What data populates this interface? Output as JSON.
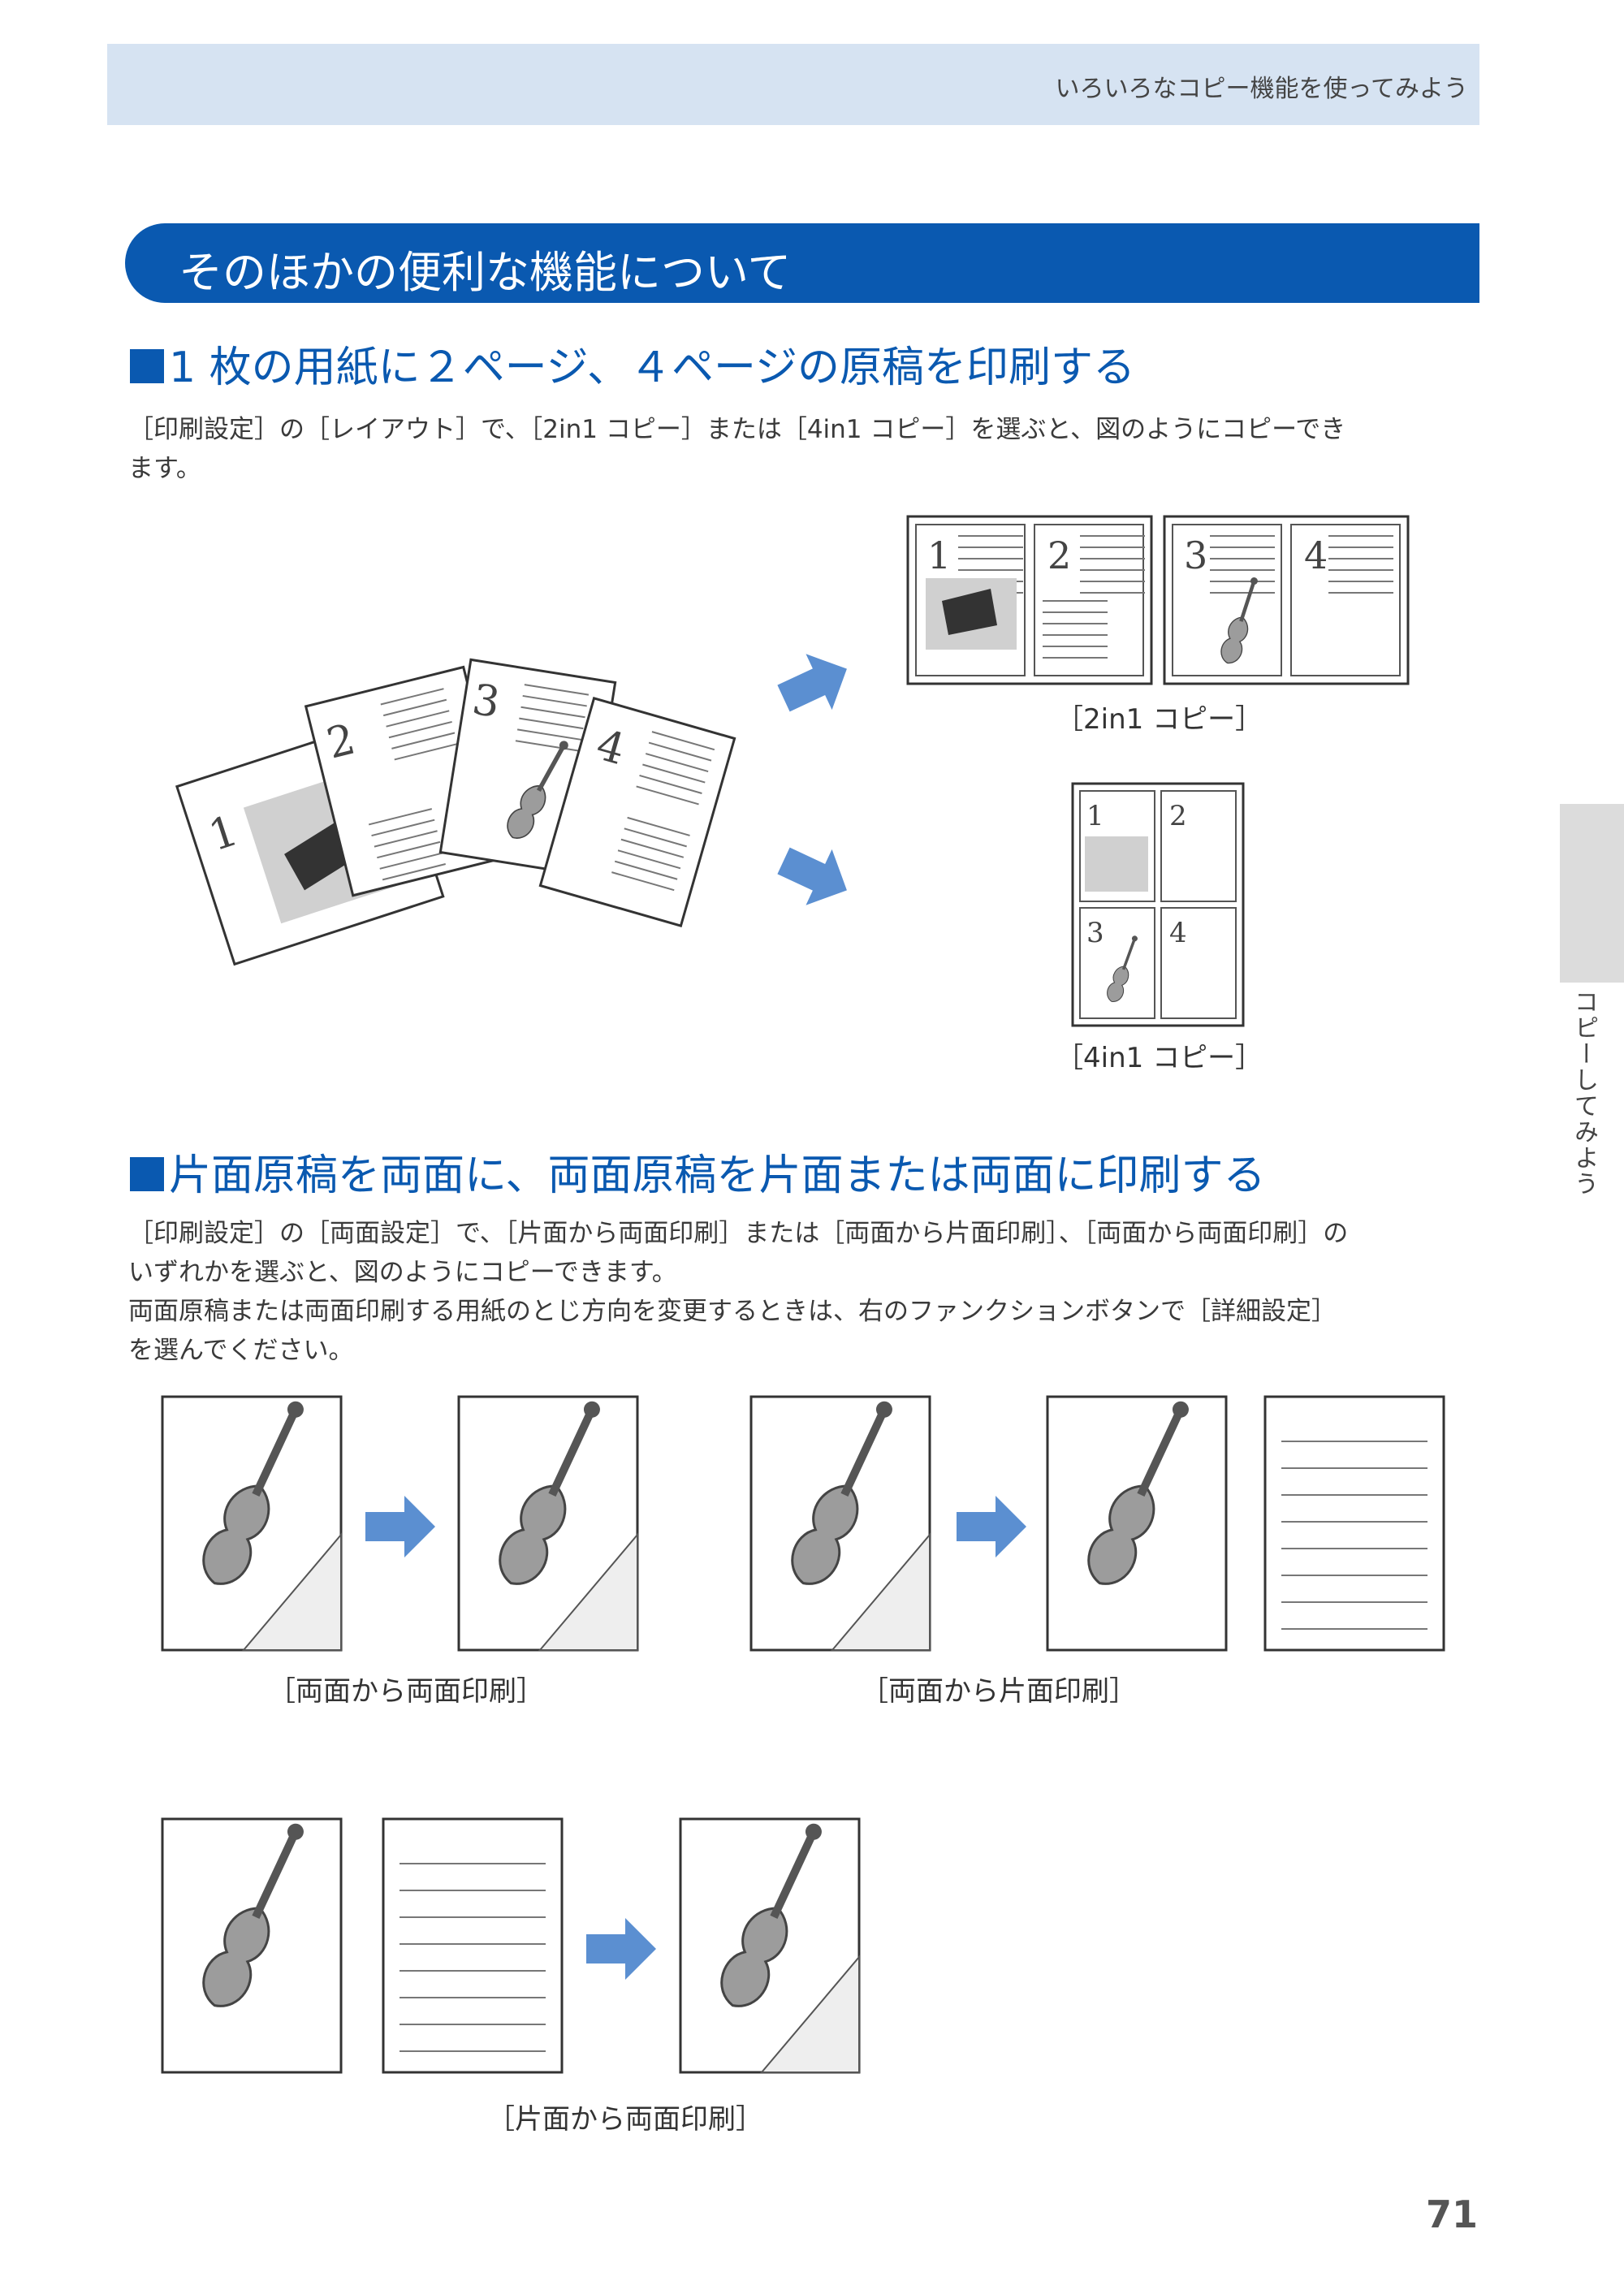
{
  "header": {
    "title": "いろいろなコピー機能を使ってみよう"
  },
  "section_title": "そのほかの便利な機能について",
  "subsection1": {
    "heading": "1 枚の用紙に２ページ、４ページの原稿を印刷する",
    "paragraph_line1": "［印刷設定］の［レイアウト］で、［2in1 コピー］または［4in1 コピー］を選ぶと、図のようにコピーでき",
    "paragraph_line2": "ます。",
    "caption_2in1": "［2in1  コピー］",
    "caption_4in1": "［4in1  コピー］",
    "page_numbers": [
      "1",
      "2",
      "3",
      "4"
    ]
  },
  "subsection2": {
    "heading": "片面原稿を両面に、両面原稿を片面または両面に印刷する",
    "paragraph_line1": "［印刷設定］の［両面設定］で、［片面から両面印刷］または［両面から片面印刷］、［両面から両面印刷］の",
    "paragraph_line2": "いずれかを選ぶと、図のようにコピーできます。",
    "paragraph_line3": "両面原稿または両面印刷する用紙のとじ方向を変更するときは、右のファンクションボタンで［詳細設定］",
    "paragraph_line4": "を選んでください。",
    "caption_duplex_to_duplex": "［両面から両面印刷］",
    "caption_duplex_to_simplex": "［両面から片面印刷］",
    "caption_simplex_to_duplex": "［片面から両面印刷］"
  },
  "side_tab": {
    "label": "コピーしてみよう"
  },
  "footer": {
    "page_number": "71"
  },
  "colors": {
    "accent": "#0a59b0",
    "header_band": "#d6e3f2",
    "arrow": "#5b8fd1"
  }
}
